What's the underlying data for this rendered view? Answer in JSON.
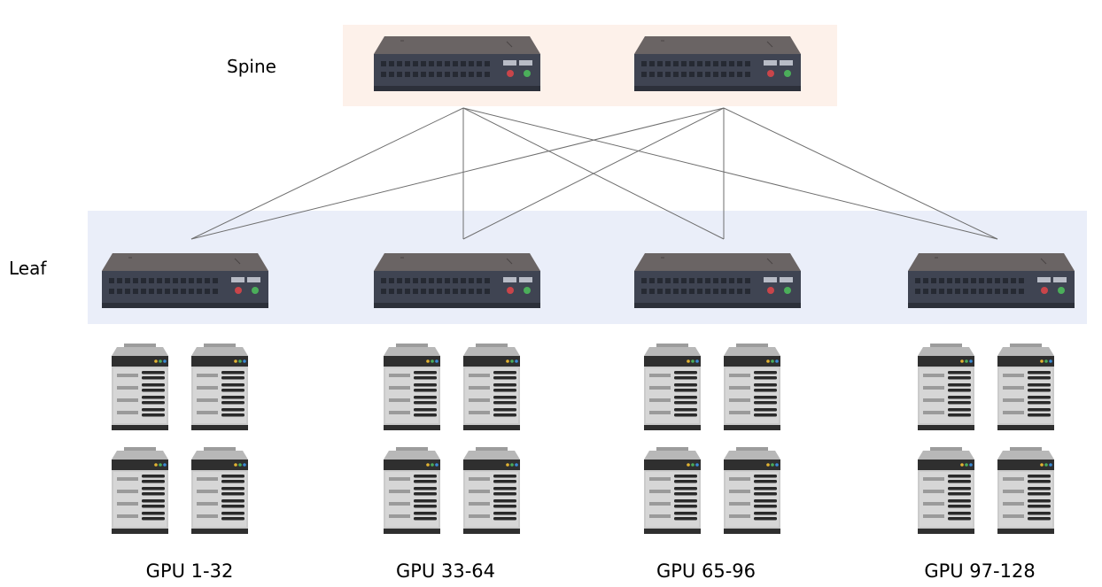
{
  "tiers": {
    "spine": {
      "label": "Spine",
      "band_color": "#fdf1ea",
      "switch_count": 2
    },
    "leaf": {
      "label": "Leaf",
      "band_color": "#eaeef9",
      "switch_count": 4
    }
  },
  "links": [
    [
      0,
      0
    ],
    [
      0,
      1
    ],
    [
      0,
      2
    ],
    [
      0,
      3
    ],
    [
      1,
      0
    ],
    [
      1,
      1
    ],
    [
      1,
      2
    ],
    [
      1,
      3
    ]
  ],
  "gpu_groups": [
    {
      "label": "GPU 1-32",
      "servers": 4
    },
    {
      "label": "GPU 33-64",
      "servers": 4
    },
    {
      "label": "GPU 65-96",
      "servers": 4
    },
    {
      "label": "GPU 97-128",
      "servers": 4
    }
  ],
  "colors": {
    "switch_top": "#5f5a5a",
    "switch_front": "#3d4250",
    "spine_switch_front": "#4a4240",
    "server_body": "#c9c9c9",
    "server_top": "#2e2e2e",
    "link": "#6e6e6e"
  }
}
